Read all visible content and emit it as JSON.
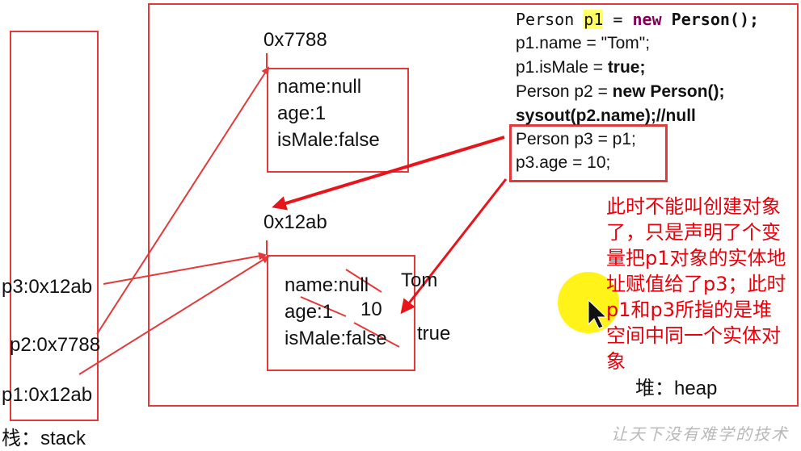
{
  "stack": {
    "label": "栈：stack",
    "vars": [
      "p3:0x12ab",
      "p2:0x7788",
      "p1:0x12ab"
    ]
  },
  "heap": {
    "label": "堆：heap",
    "obj1": {
      "address": "0x7788",
      "fields": [
        "name:null",
        "age:1",
        "isMale:false"
      ]
    },
    "obj2": {
      "address": "0x12ab",
      "fields": [
        "name:null",
        "age:1",
        "isMale:false"
      ],
      "new_values": [
        "Tom",
        "10",
        "true"
      ]
    }
  },
  "code": {
    "line1": {
      "pre": "Person ",
      "var": "p1",
      "eq": " = ",
      "kw": "new",
      "post": " Person();"
    },
    "line2": "p1.name = \"Tom\";",
    "line3": {
      "pre": "p1.isMale = ",
      "post": "true;"
    },
    "line4": {
      "pre": "Person p2 = ",
      "post": "new Person();"
    },
    "line5": "sysout(p2.name);//null",
    "line6": "Person p3 = p1;",
    "line7": "p3.age = 10;"
  },
  "note": [
    "此时不能叫创建对象",
    "了，只是声明了个变",
    "量把p1对象的实体地",
    "址赋值给了p3；此时",
    "p1和p3所指的是堆",
    "空间中同一个实体对",
    "象"
  ],
  "watermark": "让天下没有难学的技术",
  "colors": {
    "accent_red": "#e23a3a",
    "note_red": "#e8000b",
    "keyword": "#7f0055",
    "highlight": "#ffff00"
  }
}
